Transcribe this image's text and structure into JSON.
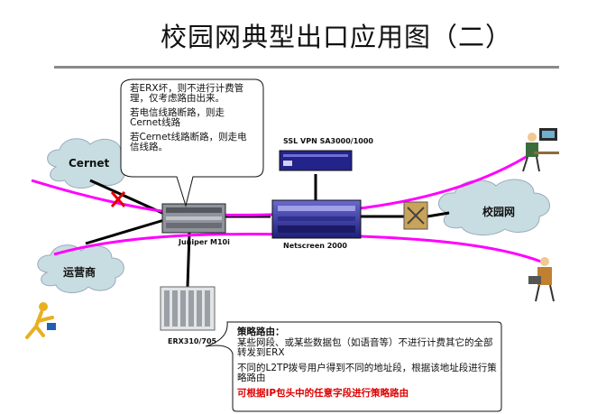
{
  "title": "校园网典型出口应用图（二）",
  "devices": {
    "ssl_vpn": "SSL VPN SA3000/1000",
    "juniper": "Juniper M10i",
    "netscreen": "Netscreen 2000",
    "erx": "ERX310/705"
  },
  "clouds": {
    "cernet": "Cernet",
    "operator": "运营商",
    "campus": "校园网"
  },
  "callout_top": {
    "line1": "若ERX坏，则不进行计费管理，仅考虑路由出来。",
    "line2": "若电信线路断路，则走Cernet线路",
    "line3": "若Cernet线路断路，则走电信线路。"
  },
  "callout_bottom": {
    "heading": "策略路由：",
    "line1": "某些网段、或某些数据包（如语音等）不进行计费其它的全部转发到ERX",
    "line2": "不同的L2TP拨号用户得到不同的地址段，根据该地址段进行策略路由",
    "line3": "可根据IP包头中的任意字段进行策略路由"
  },
  "colors": {
    "link_pink": "#ff00ff",
    "link_black": "#000000",
    "cloud_fill": "#c8dde2",
    "callout_red": "#e00000",
    "fault_x": "#e00000"
  }
}
